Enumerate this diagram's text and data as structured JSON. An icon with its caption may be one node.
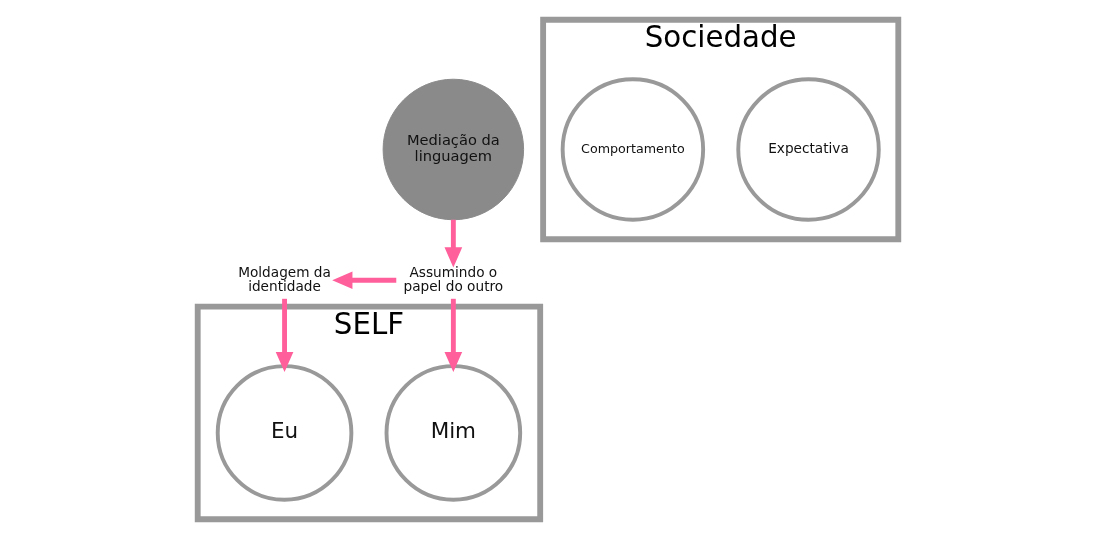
{
  "diagram": {
    "nodes": [
      {
        "text": [
          "SELF"
        ]
      },
      {
        "text": [
          "Eu"
        ],
        "in": 0
      },
      {
        "text": [
          "Mim"
        ],
        "in": 0
      },
      {
        "text": [
          "Mediação da linguagem"
        ]
      },
      {
        "text": [
          "Sociedade"
        ]
      },
      {
        "text": [
          "Expectativa"
        ],
        "in": 4
      },
      {
        "text": [
          "Comportamento"
        ],
        "in": 4
      },
      {
        "text": [
          "Moldagem da identidade"
        ]
      },
      {
        "text": [
          "Assumindo o papel do outro"
        ]
      }
    ],
    "edges": [
      {
        "from": 3,
        "to": 8,
        "arrow": "to"
      },
      {
        "from": 8,
        "to": 2,
        "arrow": "to"
      },
      {
        "from": 8,
        "to": 7,
        "arrow": "to"
      },
      {
        "from": 7,
        "to": 1,
        "arrow": "to"
      }
    ]
  }
}
